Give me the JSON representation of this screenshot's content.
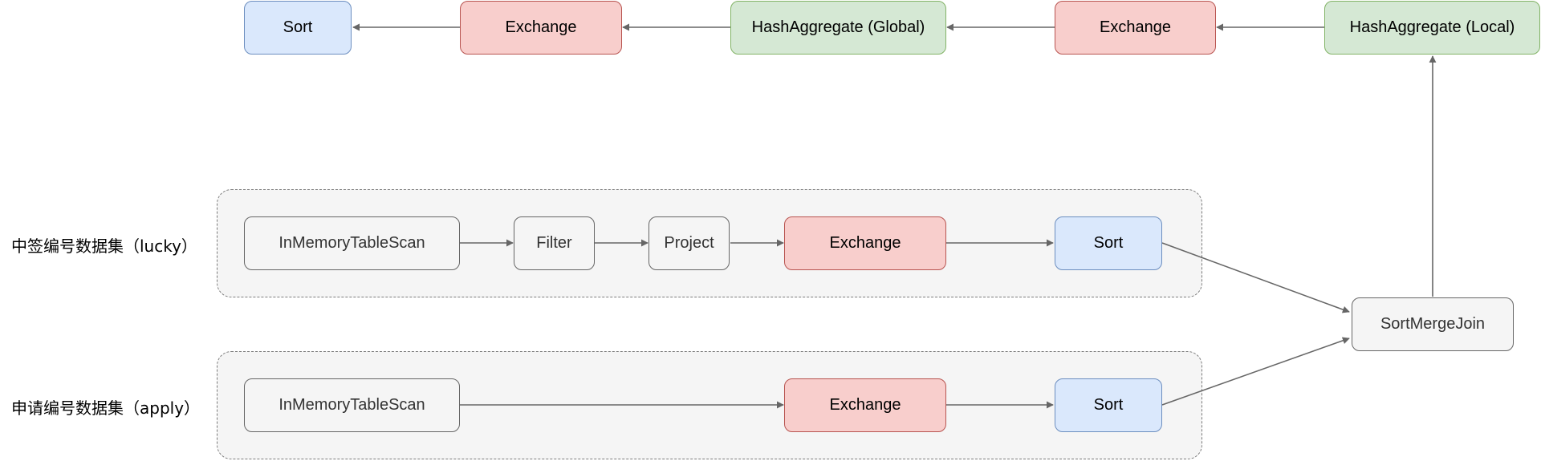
{
  "labels": {
    "lucky_dataset": "中签编号数据集（lucky）",
    "apply_dataset": "申请编号数据集（apply）"
  },
  "nodes": {
    "top_sort": "Sort",
    "top_exchange_1": "Exchange",
    "hash_agg_global": "HashAggregate (Global)",
    "top_exchange_2": "Exchange",
    "hash_agg_local": "HashAggregate (Local)",
    "lucky_scan": "InMemoryTableScan",
    "lucky_filter": "Filter",
    "lucky_project": "Project",
    "lucky_exchange": "Exchange",
    "lucky_sort": "Sort",
    "sort_merge_join": "SortMergeJoin",
    "apply_scan": "InMemoryTableScan",
    "apply_exchange": "Exchange",
    "apply_sort": "Sort"
  },
  "colors": {
    "exchange": "#f8cecc",
    "aggregate": "#d5e8d4",
    "sort": "#dae8fc",
    "default": "#f5f5f5",
    "edge": "#666666"
  }
}
